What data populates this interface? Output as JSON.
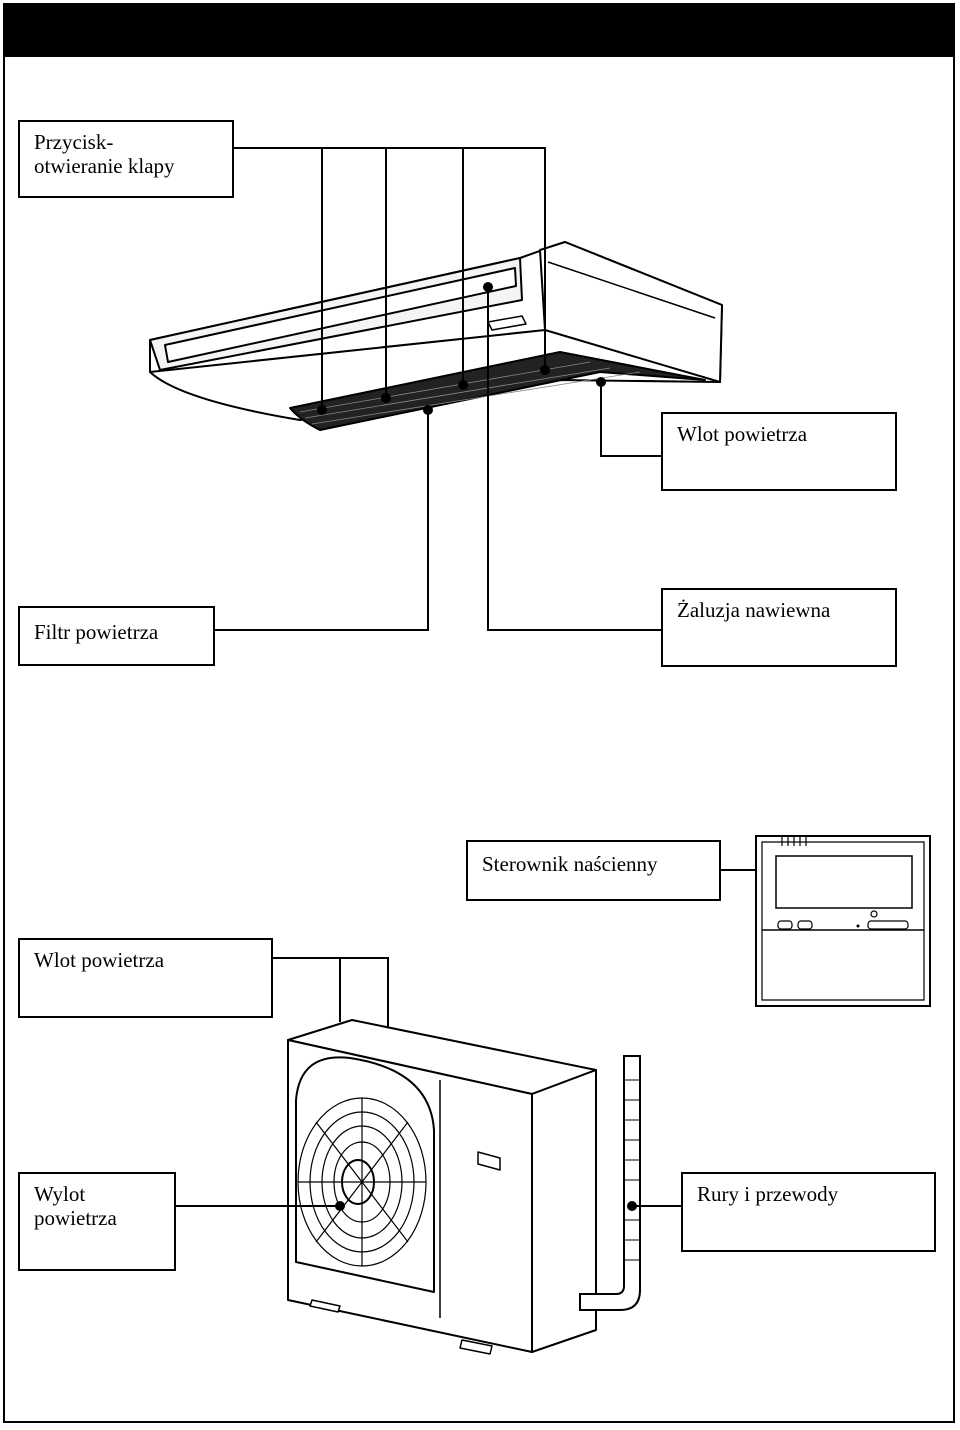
{
  "labels": {
    "flap_button": "Przycisk-\notwieranie klapy",
    "air_inlet_indoor": "Wlot powietrza",
    "air_filter": "Filtr powietrza",
    "louver": "Żaluzja nawiewna",
    "wall_controller": "Sterownik naścienny",
    "air_inlet_outdoor": "Wlot powietrza",
    "air_outlet": "Wylot\npowietrza",
    "pipes": "Rury i przewody"
  }
}
